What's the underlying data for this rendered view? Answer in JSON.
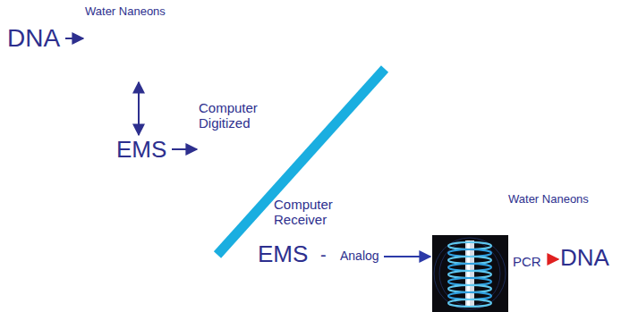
{
  "diagram": {
    "nodes": [
      {
        "text": [
          "DNA"
        ]
      },
      {
        "text": [
          "Water Naneons"
        ]
      },
      {
        "text": [
          "EMS"
        ]
      },
      {
        "text": [
          "Computer Digitized"
        ]
      },
      {
        "text": [
          "Computer Receiver"
        ]
      },
      {
        "text": [
          "EMS"
        ]
      },
      {
        "text": [
          "Analog"
        ]
      },
      {
        "text": [
          "PCR"
        ]
      },
      {
        "text": [
          "DNA"
        ]
      }
    ],
    "edges": [
      {
        "from": 0,
        "to": 1,
        "arrow": "to"
      },
      {
        "from": 1,
        "to": 2,
        "arrow": "both"
      },
      {
        "from": 2,
        "to": 3,
        "arrow": "to"
      },
      {
        "from": 6,
        "to": 7,
        "arrow": "to"
      },
      {
        "from": 7,
        "to": 8,
        "arrow": "to"
      }
    ],
    "labels": [
      "-",
      "Water Naneons"
    ]
  }
}
